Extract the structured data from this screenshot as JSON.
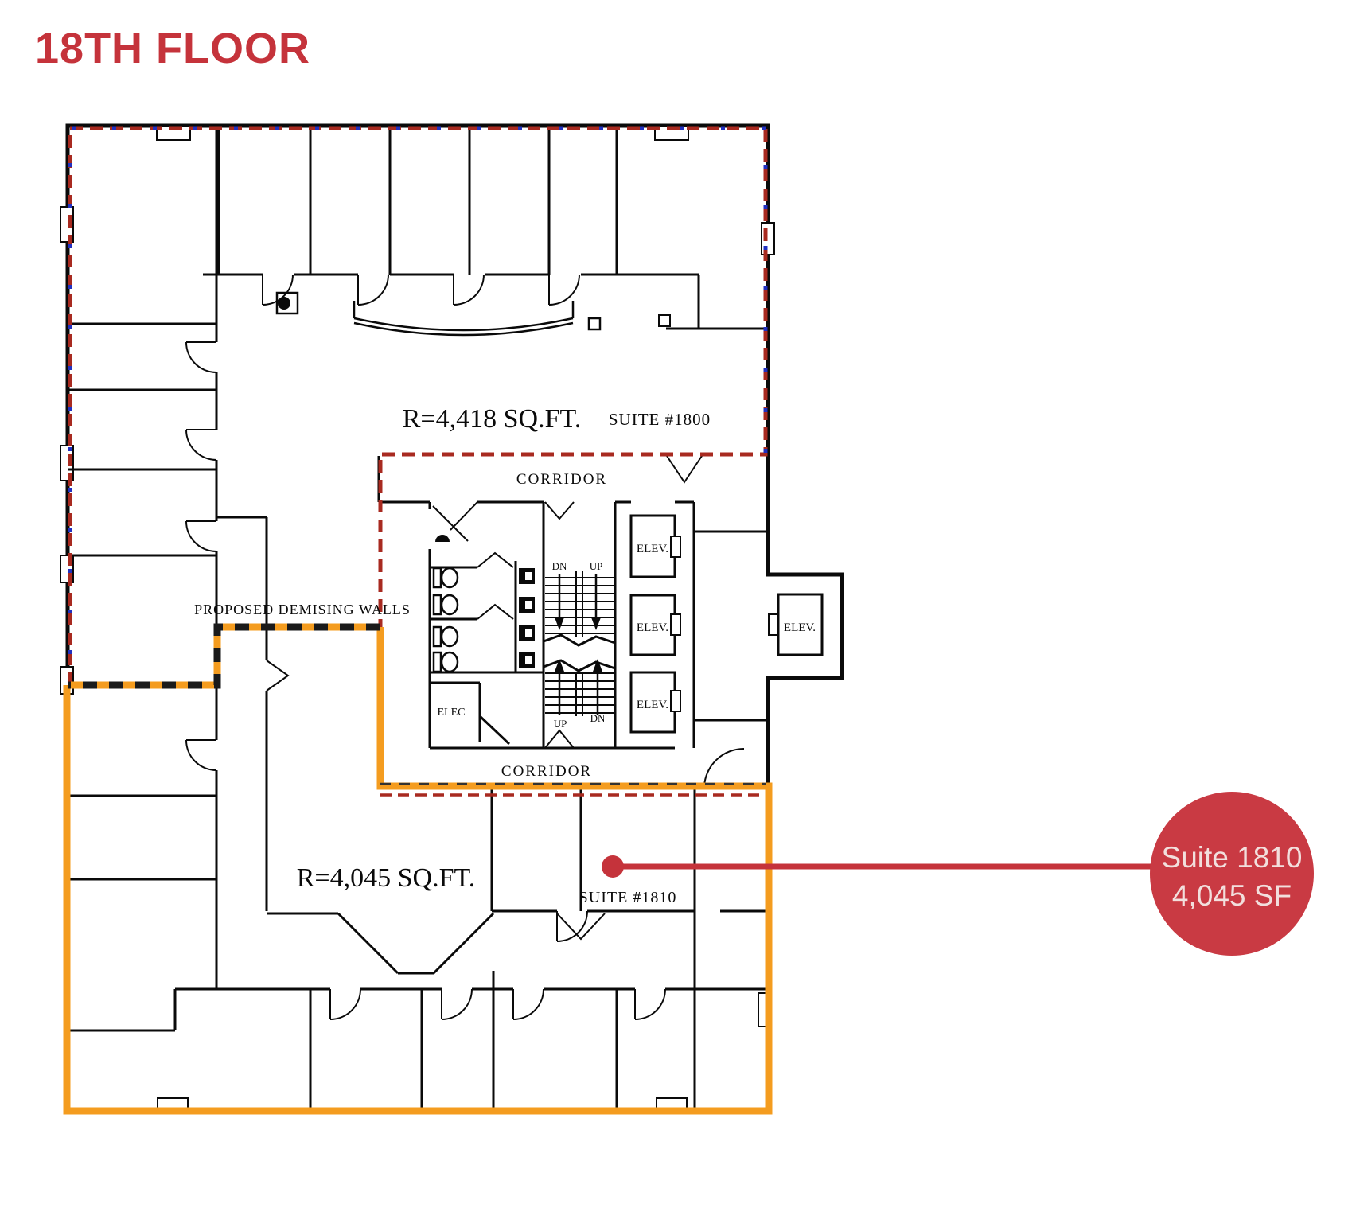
{
  "title": "18TH FLOOR",
  "colors": {
    "accent_red": "#C5333B",
    "suite_1800_boundary_red": "#A82A20",
    "suite_1800_boundary_blue_tick": "#2230C0",
    "suite_1810_boundary_orange": "#F49C1F",
    "demising_dash_black": "#1a1a1a",
    "callout_circle_fill": "#C93A43",
    "callout_text": "#F2DFDD",
    "wall_black": "#0a0a0a"
  },
  "plan": {
    "suite_1800": {
      "area_label": "R=4,418 SQ.FT.",
      "name_label": "SUITE #1800"
    },
    "suite_1810": {
      "area_label": "R=4,045 SQ.FT.",
      "name_label": "SUITE #1810"
    },
    "corridor_top": "CORRIDOR",
    "corridor_bottom": "CORRIDOR",
    "demising_note": "PROPOSED DEMISING WALLS",
    "elec_label": "ELEC",
    "elevators": [
      "ELEV.",
      "ELEV.",
      "ELEV.",
      "ELEV."
    ],
    "stairs": {
      "top_left": "DN",
      "top_right": "UP",
      "bottom_left": "UP",
      "bottom_right": "DN"
    }
  },
  "callout": {
    "line1": "Suite 1810",
    "line2": "4,045 SF"
  }
}
